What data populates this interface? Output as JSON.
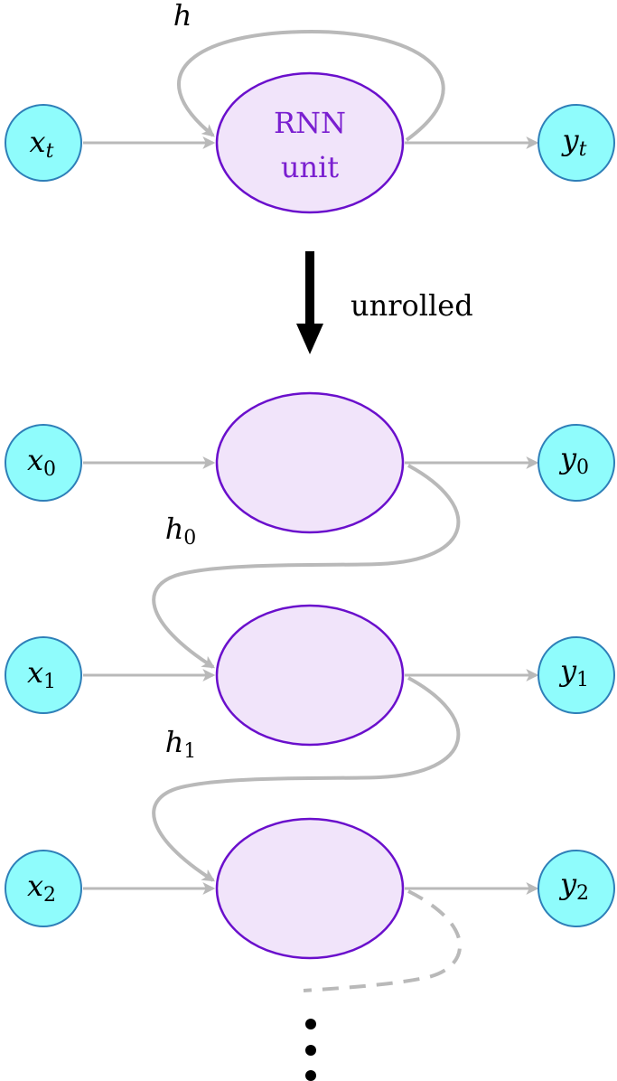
{
  "colors": {
    "node_fill": "#8ffcfc",
    "node_stroke": "#2e7fb8",
    "unit_fill": "#f1e4fa",
    "unit_stroke": "#6a0fcc",
    "unit_text": "#7a1fd0",
    "edge": "#b9b9b9",
    "arrow_big": "#000000"
  },
  "rolled": {
    "input": {
      "var": "x",
      "sub": "t"
    },
    "output": {
      "var": "y",
      "sub": "t"
    },
    "unit_line1": "RNN",
    "unit_line2": "unit",
    "hidden": {
      "var": "h"
    }
  },
  "unroll_label": "unrolled",
  "steps": [
    {
      "input": {
        "var": "x",
        "sub": "0"
      },
      "output": {
        "var": "y",
        "sub": "0"
      },
      "hidden": {
        "var": "h",
        "sub": "0"
      }
    },
    {
      "input": {
        "var": "x",
        "sub": "1"
      },
      "output": {
        "var": "y",
        "sub": "1"
      },
      "hidden": {
        "var": "h",
        "sub": "1"
      }
    },
    {
      "input": {
        "var": "x",
        "sub": "2"
      },
      "output": {
        "var": "y",
        "sub": "2"
      }
    }
  ]
}
